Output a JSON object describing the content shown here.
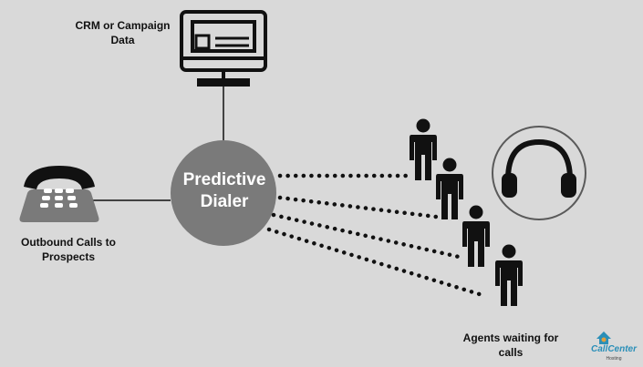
{
  "nodes": {
    "crm_label": "CRM or Campaign\nData",
    "dialer_label": "Predictive\nDialer",
    "calls_label": "Outbound Calls to\nProspects",
    "agents_label": "Agents waiting for\ncalls"
  },
  "logo": {
    "text": "CallCenter",
    "sub": "Hosting"
  },
  "icons": [
    "monitor-icon",
    "telephone-icon",
    "agent-icon",
    "headset-icon"
  ],
  "colors": {
    "background": "#d9d9d9",
    "dialer": "#7a7a7a",
    "stroke": "#111111",
    "logo": "#2a8fb8"
  }
}
